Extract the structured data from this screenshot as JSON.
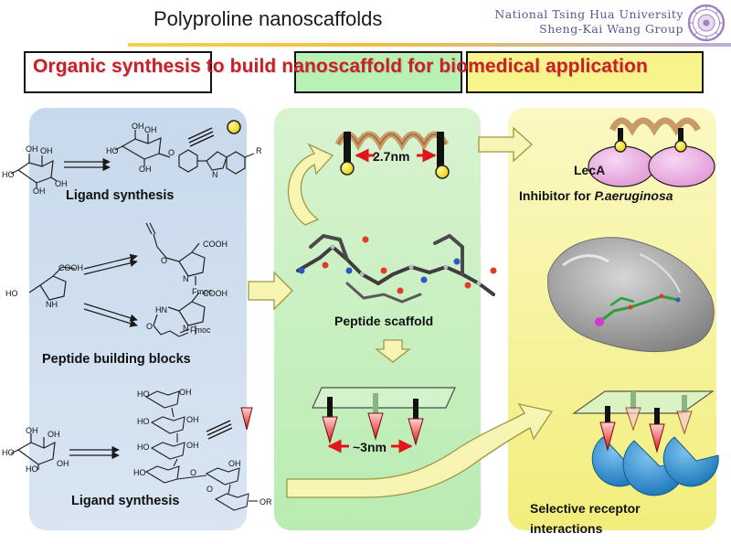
{
  "header": {
    "title": "Polyproline nanoscaffolds",
    "university_line1": "National Tsing Hua University",
    "university_line2": "Sheng-Kai Wang Group"
  },
  "headline": {
    "part1": "Organic synthesis",
    "part2": " to build ",
    "part3": "nanoscaffold",
    "part4": " for ",
    "part5": "biomedical application"
  },
  "left_panel": {
    "ligand_synthesis_top": "Ligand synthesis",
    "peptide_building_blocks": "Peptide building blocks",
    "ligand_synthesis_bottom": "Ligand synthesis",
    "chem_labels": {
      "oh": "OH",
      "ho": "HO",
      "cooh": "COOH",
      "fmoc": "Fmoc",
      "nh": "NH",
      "hn": "HN",
      "n": "N",
      "o": "O",
      "r": "R",
      "or": "OR"
    }
  },
  "middle_panel": {
    "helix_spacing": "2.7nm",
    "peptide_scaffold": "Peptide scaffold",
    "ligand_spacing": "~3nm"
  },
  "right_panel": {
    "lecA": "LecA",
    "inhibitor_prefix": "Inhibitor for ",
    "inhibitor_species": "P.aeruginosa",
    "selective_line1": "Selective receptor",
    "selective_line2": "interactions"
  },
  "colors": {
    "headline_red": "#cc1e26",
    "panel_blue": "#c7d9ec",
    "panel_green": "#b9ecb2",
    "panel_yellow": "#f2ee7c",
    "accent_yellow_ball": "#f2e21a",
    "lectin_pink": "#e9a8e0",
    "receptor_blue": "#2a8ccc",
    "helix_tan": "#c89a66"
  }
}
